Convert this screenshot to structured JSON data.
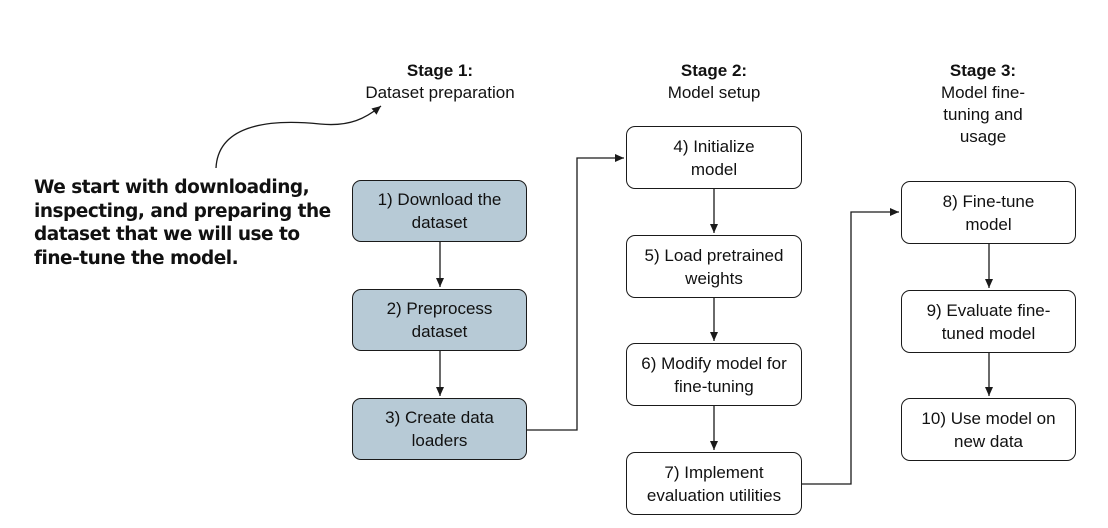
{
  "stages": [
    {
      "number": "Stage 1:",
      "description": "Dataset preparation"
    },
    {
      "number": "Stage 2:",
      "description": "Model setup"
    },
    {
      "number": "Stage 3:",
      "description": "Model fine-tuning and usage"
    }
  ],
  "steps": [
    {
      "label": "1) Download the dataset"
    },
    {
      "label": "2) Preprocess dataset"
    },
    {
      "label": "3) Create data loaders"
    },
    {
      "label": "4) Initialize model"
    },
    {
      "label": "5) Load pretrained weights"
    },
    {
      "label": "6) Modify model for fine-tuning"
    },
    {
      "label": "7) Implement evaluation utilities"
    },
    {
      "label": "8) Fine-tune model"
    },
    {
      "label": "9) Evaluate fine-tuned model"
    },
    {
      "label": "10) Use model on new data"
    }
  ],
  "annotation": "We start with downloading, inspecting, and preparing the dataset that we will use to fine-tune the model.",
  "colors": {
    "stage1_fill": "#b7cad6",
    "box_border": "#1a1a1a",
    "default_fill": "#ffffff"
  }
}
